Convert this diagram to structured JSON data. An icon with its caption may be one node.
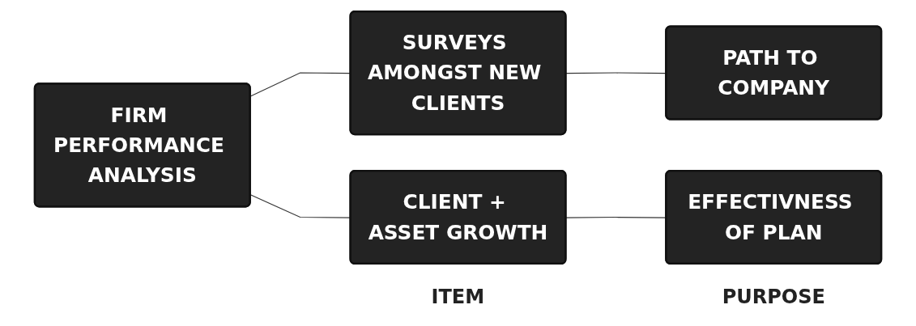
{
  "diagram": {
    "nodes": [
      {
        "text": [
          "FIRM PERFORMANCE ANALYSIS"
        ]
      },
      {
        "text": [
          "SURVEYS AMONGST NEW CLIENTS"
        ]
      },
      {
        "text": [
          "PATH TO COMPANY"
        ]
      },
      {
        "text": [
          "CLIENT + ASSET GROWTH"
        ]
      },
      {
        "text": [
          "EFFECTIVNESS OF PLAN"
        ]
      }
    ],
    "edges": [
      {
        "from": 0,
        "to": 1,
        "arrow": "none"
      },
      {
        "from": 0,
        "to": 3,
        "arrow": "none"
      },
      {
        "from": 1,
        "to": 2,
        "arrow": "none"
      },
      {
        "from": 3,
        "to": 4,
        "arrow": "none"
      }
    ],
    "labels": [
      "ITEM",
      "PURPOSE"
    ]
  }
}
